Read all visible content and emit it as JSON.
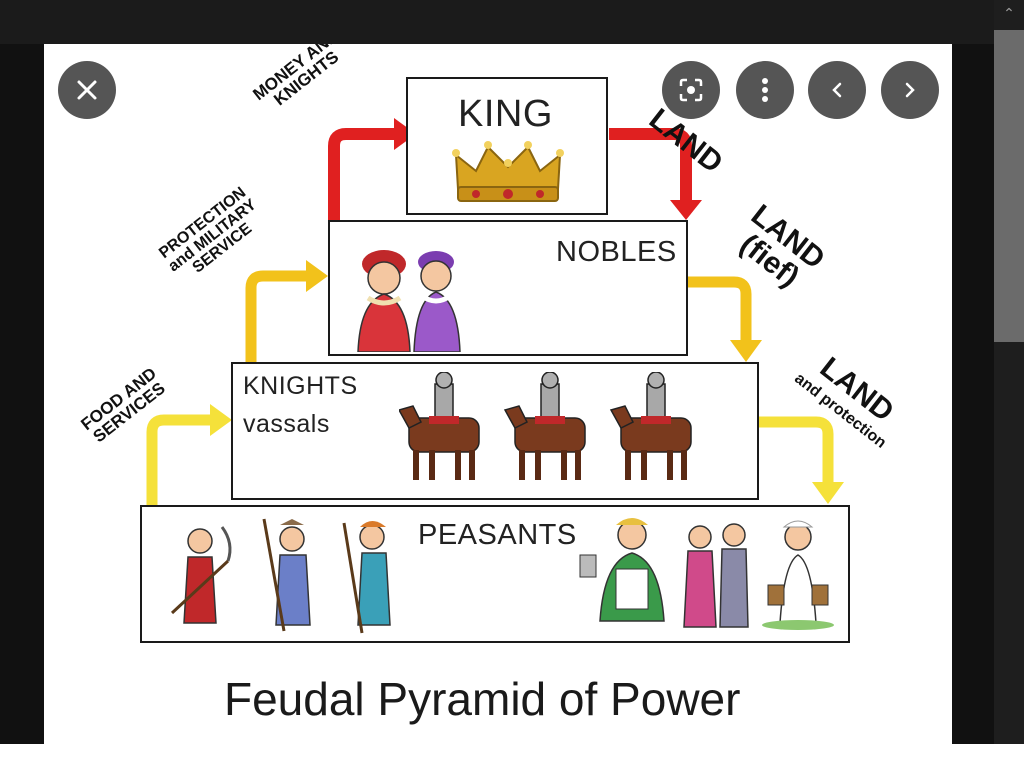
{
  "viewer": {
    "close_label": "Close",
    "lens_label": "Search inside image",
    "more_label": "More options",
    "prev_label": "Previous",
    "next_label": "Next"
  },
  "diagram": {
    "tiers": {
      "king": "KING",
      "nobles": "NOBLES",
      "knights_title": "KNIGHTS",
      "knights_sub": "vassals",
      "peasants": "PEASANTS"
    },
    "arrows": {
      "money_line1": "MONEY AND",
      "money_line2": "KNIGHTS",
      "protection_line1": "PROTECTION",
      "protection_line2": "and MILITARY",
      "protection_line3": "SERVICE",
      "food_line1": "FOOD AND",
      "food_line2": "SERVICES",
      "land_king": "LAND",
      "land_fief_line1": "LAND",
      "land_fief_line2": "(fief)",
      "land_protect_line1": "LAND",
      "land_protect_line2": "and protection"
    },
    "caption": "Feudal Pyramid of Power"
  },
  "colors": {
    "red_arrow": "#e02020",
    "yellow_arrow": "#f2c21b",
    "yellow_arrow_light": "#f5e13a",
    "crown": "#d9a521"
  }
}
